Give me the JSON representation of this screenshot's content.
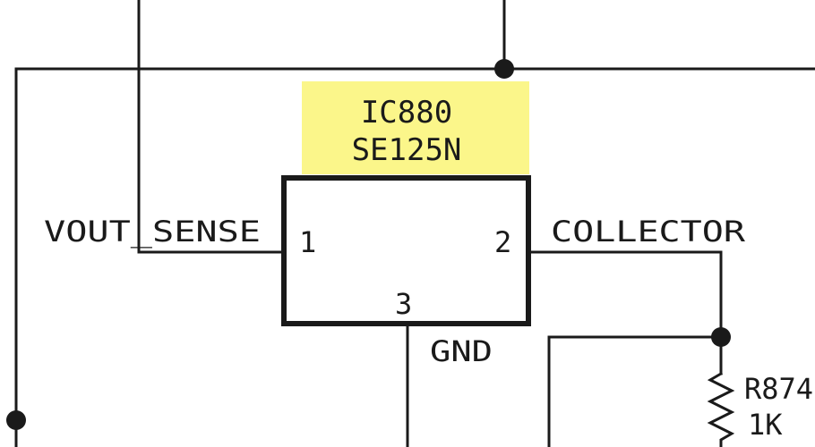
{
  "colors": {
    "wire": "#1a1a1a",
    "highlight": "#fbf68a",
    "background": "#ffffff"
  },
  "component": {
    "ref": "IC880",
    "part": "SE125N",
    "pins": [
      {
        "number": "1",
        "net": "VOUT_SENSE"
      },
      {
        "number": "2",
        "net": "COLLECTOR"
      },
      {
        "number": "3",
        "net": "GND"
      }
    ]
  },
  "resistor": {
    "ref": "R874",
    "value": "1K"
  }
}
